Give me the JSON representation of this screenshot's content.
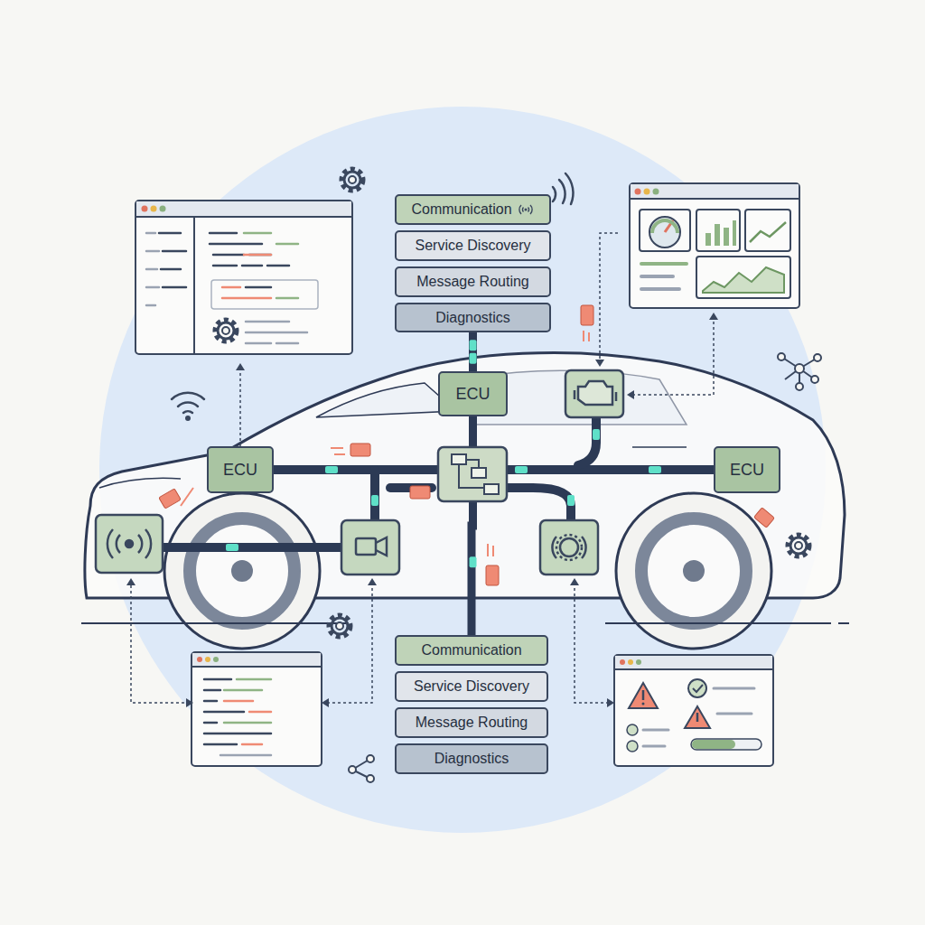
{
  "diagram": {
    "nodes": [
      {
        "text": [
          "Communication"
        ]
      },
      {
        "text": [
          "Service Discovery"
        ]
      },
      {
        "text": [
          "Message Routing"
        ]
      },
      {
        "text": [
          "Diagnostics"
        ]
      },
      {
        "text": [
          "ECU"
        ]
      },
      {
        "text": [
          "ECU"
        ]
      },
      {
        "text": [
          "ECU"
        ]
      },
      {
        "text": [
          "Communication"
        ]
      },
      {
        "text": [
          "Service Discovery"
        ]
      },
      {
        "text": [
          "Message Routing"
        ]
      },
      {
        "text": [
          "Diagnostics"
        ]
      }
    ],
    "edges": [
      {
        "from": 3,
        "to": 4,
        "arrow": "none"
      },
      {
        "from": 4,
        "to": 7,
        "arrow": "none"
      }
    ]
  }
}
